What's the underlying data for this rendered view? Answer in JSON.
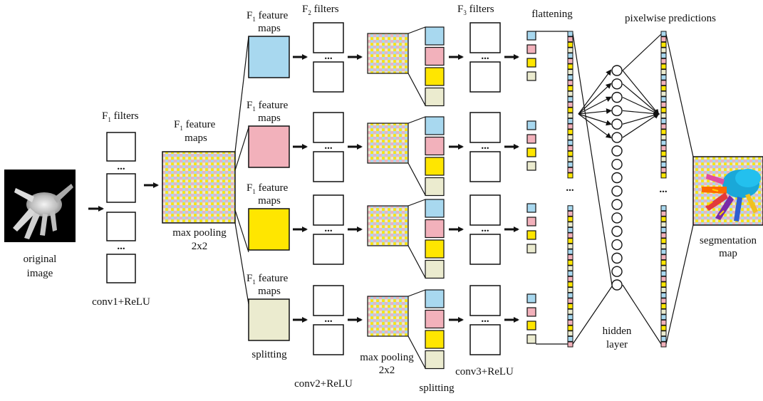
{
  "labels": {
    "original_image": [
      "original",
      "image"
    ],
    "f1_filters_prefix": "F",
    "f1_filters_sub": "1",
    "f1_filters_suffix": " filters",
    "conv1": "conv1+ReLU",
    "f1_maps_main": [
      "F",
      "1",
      " feature",
      "maps"
    ],
    "max_pooling_1": [
      "max pooling",
      "2x2"
    ],
    "f1_maps_branch": [
      "F",
      "1",
      " feature",
      "maps"
    ],
    "f2_filters": [
      "F",
      "2",
      " filters"
    ],
    "conv2": "conv2+ReLU",
    "max_pooling_2": [
      "max pooling",
      "2x2"
    ],
    "splitting_branch": "splitting",
    "splitting_bottom": "splitting",
    "f3_filters": [
      "F",
      "3",
      " filters"
    ],
    "conv3": "conv3+ReLU",
    "flattening": "flattening",
    "hidden_layer": [
      "hidden",
      "layer"
    ],
    "pixelwise_predictions": "pixelwise predictions",
    "segmentation_map": [
      "segmentation",
      "map"
    ],
    "ellipsis": "..."
  },
  "colors": {
    "blue": "#a8d8ef",
    "pink": "#f2b1bb",
    "yellow": "#ffe600",
    "cream": "#ebebcf",
    "grid_line": "#c8c8c8",
    "stroke": "#111111"
  },
  "branch_colors": [
    "blue",
    "pink",
    "yellow",
    "cream"
  ],
  "icons": [
    "hand-image",
    "arrow-right",
    "mosaic-grid",
    "neuron-circle",
    "segmented-hand"
  ]
}
